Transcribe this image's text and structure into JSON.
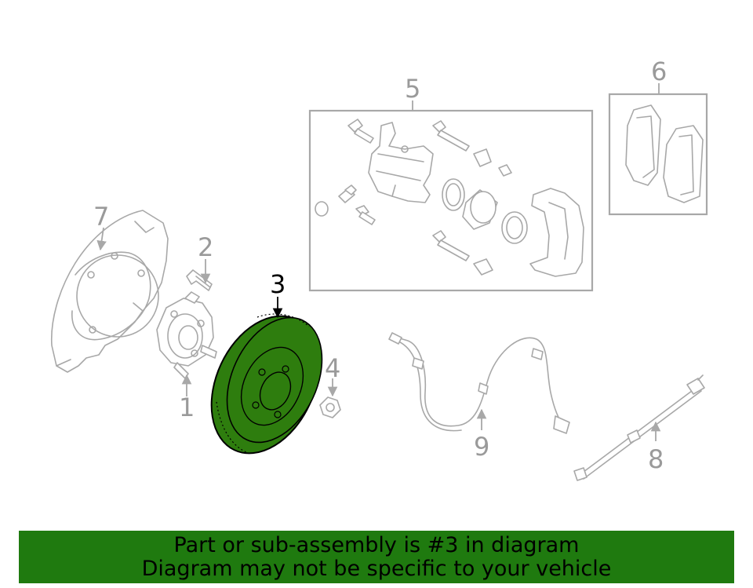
{
  "callouts": {
    "c1": "1",
    "c2": "2",
    "c3": "3",
    "c4": "4",
    "c5": "5",
    "c6": "6",
    "c7": "7",
    "c8": "8",
    "c9": "9"
  },
  "highlight": {
    "part": "3",
    "color": "#2e7d0e"
  },
  "banner": {
    "line1": "Part or sub-assembly is #3 in diagram",
    "line2": "Diagram may not be specific to your vehicle",
    "background": "#1f7a0f"
  }
}
